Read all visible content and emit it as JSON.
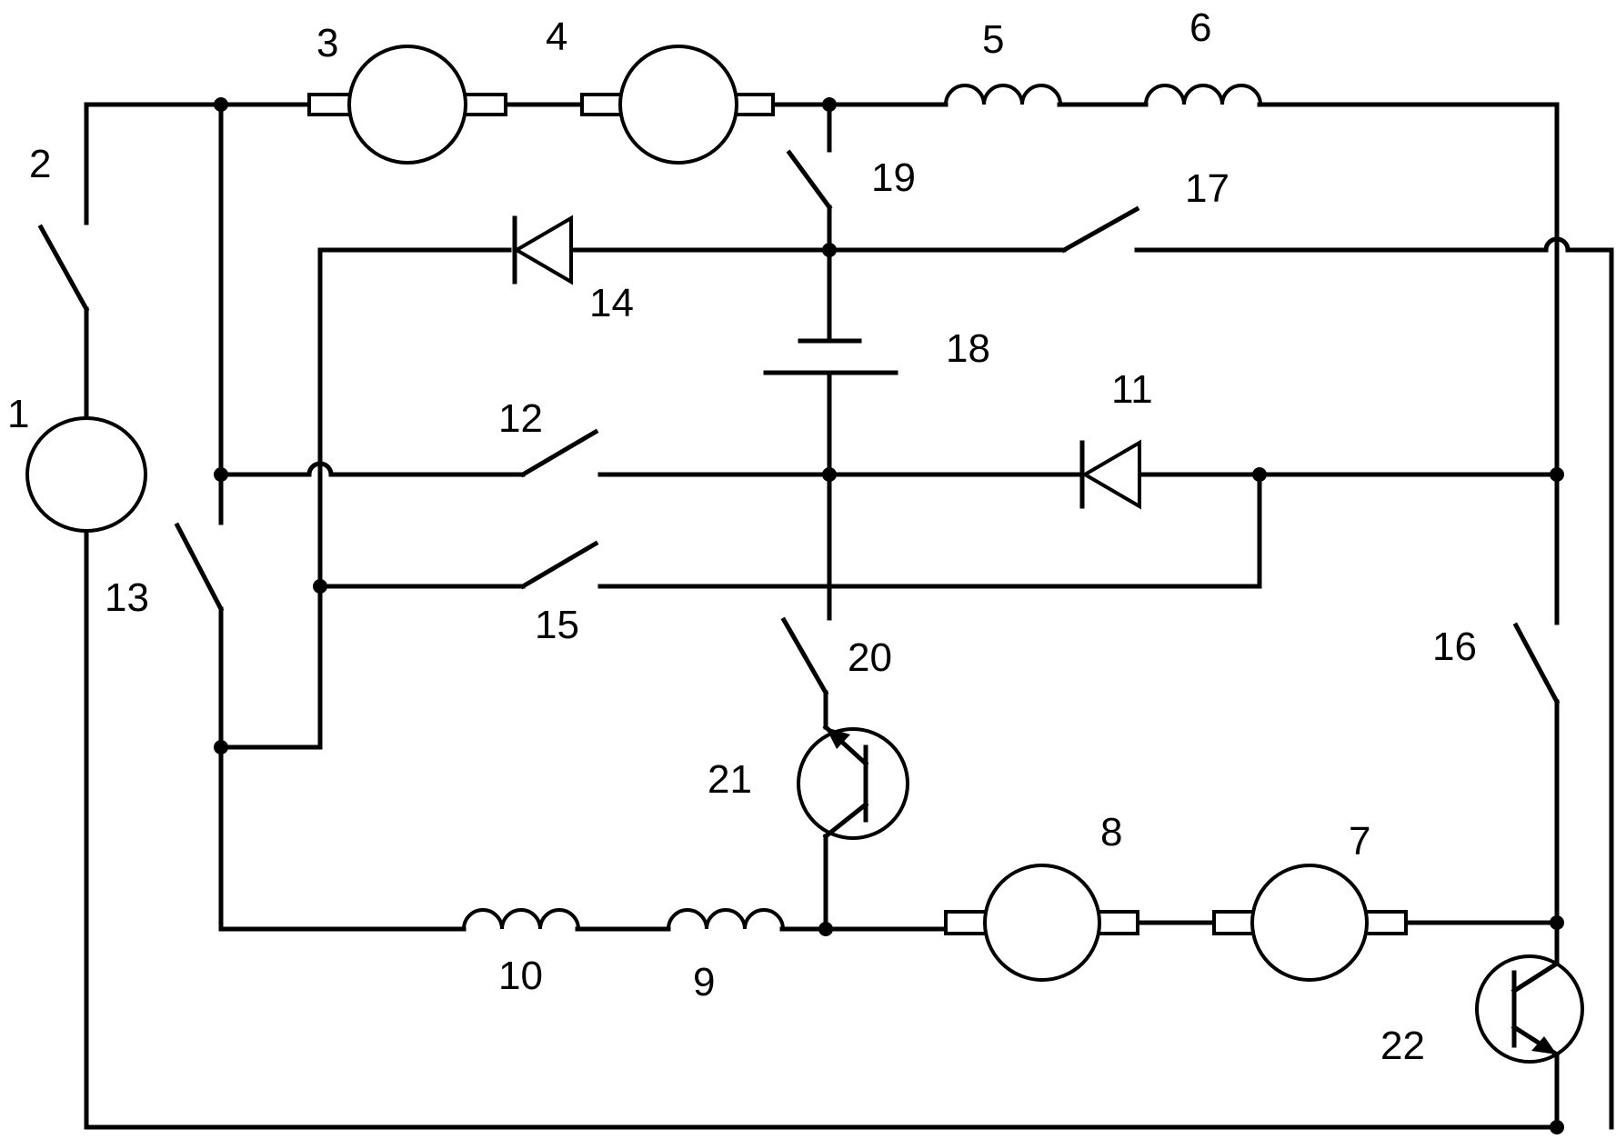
{
  "labels": {
    "l1": "1",
    "l2": "2",
    "l3": "3",
    "l4": "4",
    "l5": "5",
    "l6": "6",
    "l7": "7",
    "l8": "8",
    "l9": "9",
    "l10": "10",
    "l11": "11",
    "l12": "12",
    "l13": "13",
    "l14": "14",
    "l15": "15",
    "l16": "16",
    "l17": "17",
    "l18": "18",
    "l19": "19",
    "l20": "20",
    "l21": "21",
    "l22": "22"
  }
}
